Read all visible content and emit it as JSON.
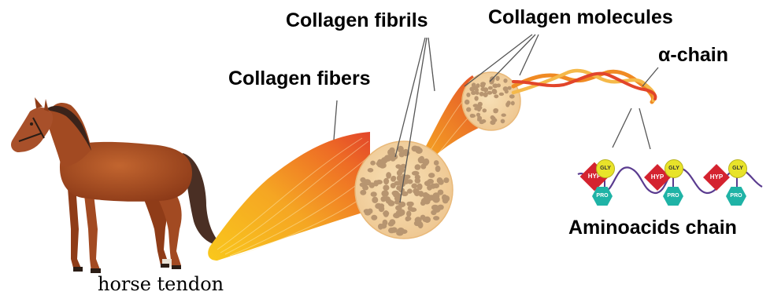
{
  "labels": {
    "collagen_fibrils": "Collagen fibrils",
    "collagen_molecules": "Collagen molecules",
    "collagen_fibers": "Collagen fibers",
    "alpha_chain": "α-chain",
    "aminoacids_chain": "Aminoacids chain",
    "horse_tendon": "horse tendon"
  },
  "amino_acids": {
    "hyp": "HYP",
    "gly": "GLY",
    "pro": "PRO"
  },
  "colors": {
    "tendon_yellow": "#f7c31d",
    "fiber_orange": "#f08a23",
    "fiber_red": "#e2452a",
    "cross_section_fill": "#f3d7a8",
    "fibril_dots": "#b79570",
    "hyp_red": "#d4232f",
    "gly_yellow": "#e8e32a",
    "pro_teal": "#1fb3a6",
    "chain_purple": "#5a3b8f",
    "horse_chestnut": "#a24a22"
  },
  "icons": {
    "horse": "horse-illustration"
  }
}
